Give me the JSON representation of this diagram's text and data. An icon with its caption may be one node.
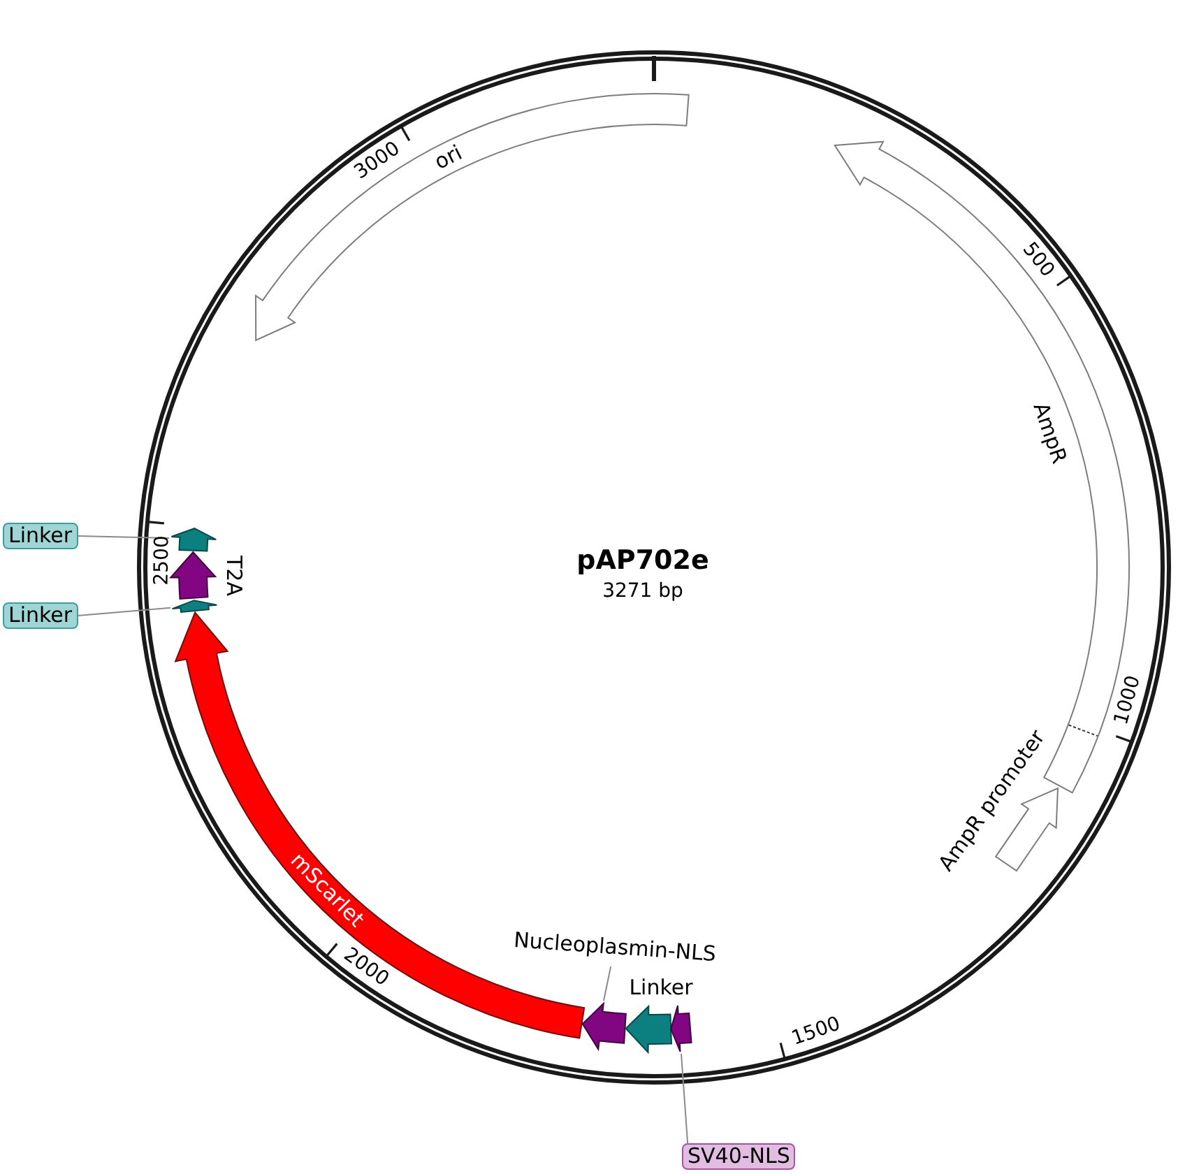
{
  "diagram": {
    "title": "pAP702e",
    "nodes": [
      {
        "text": [
          "ori"
        ]
      },
      {
        "text": [
          "AmpR"
        ]
      },
      {
        "text": [
          "Linker"
        ]
      },
      {
        "text": [],
        "shape": "arrow"
      },
      {
        "text": [],
        "shape": "arrow",
        "beside": [
          "T2A"
        ]
      },
      {
        "text": [
          "Linker"
        ]
      },
      {
        "text": [],
        "shape": "arrow"
      },
      {
        "text": [
          "mScarlet"
        ]
      },
      {
        "text": [],
        "shape": "arrow",
        "beside": [
          "AmpR promoter"
        ]
      },
      {
        "text": [
          "Nucleoplasmin-NLS"
        ]
      },
      {
        "text": [],
        "shape": "arrow"
      },
      {
        "text": [],
        "shape": "arrow",
        "beside": [
          "Linker"
        ]
      },
      {
        "text": [],
        "shape": "arrow"
      },
      {
        "text": [
          "SV40-NLS"
        ]
      }
    ],
    "edges": [
      {
        "from": 2,
        "to": 3,
        "arrow": "none"
      },
      {
        "from": 5,
        "to": 6,
        "arrow": "none"
      },
      {
        "from": 9,
        "to": 10,
        "arrow": "none"
      },
      {
        "from": 13,
        "to": 12,
        "arrow": "none"
      }
    ],
    "labels": [
      "3000",
      "500",
      "2500",
      "3271 bp",
      "1000",
      "2000",
      "1500"
    ]
  }
}
